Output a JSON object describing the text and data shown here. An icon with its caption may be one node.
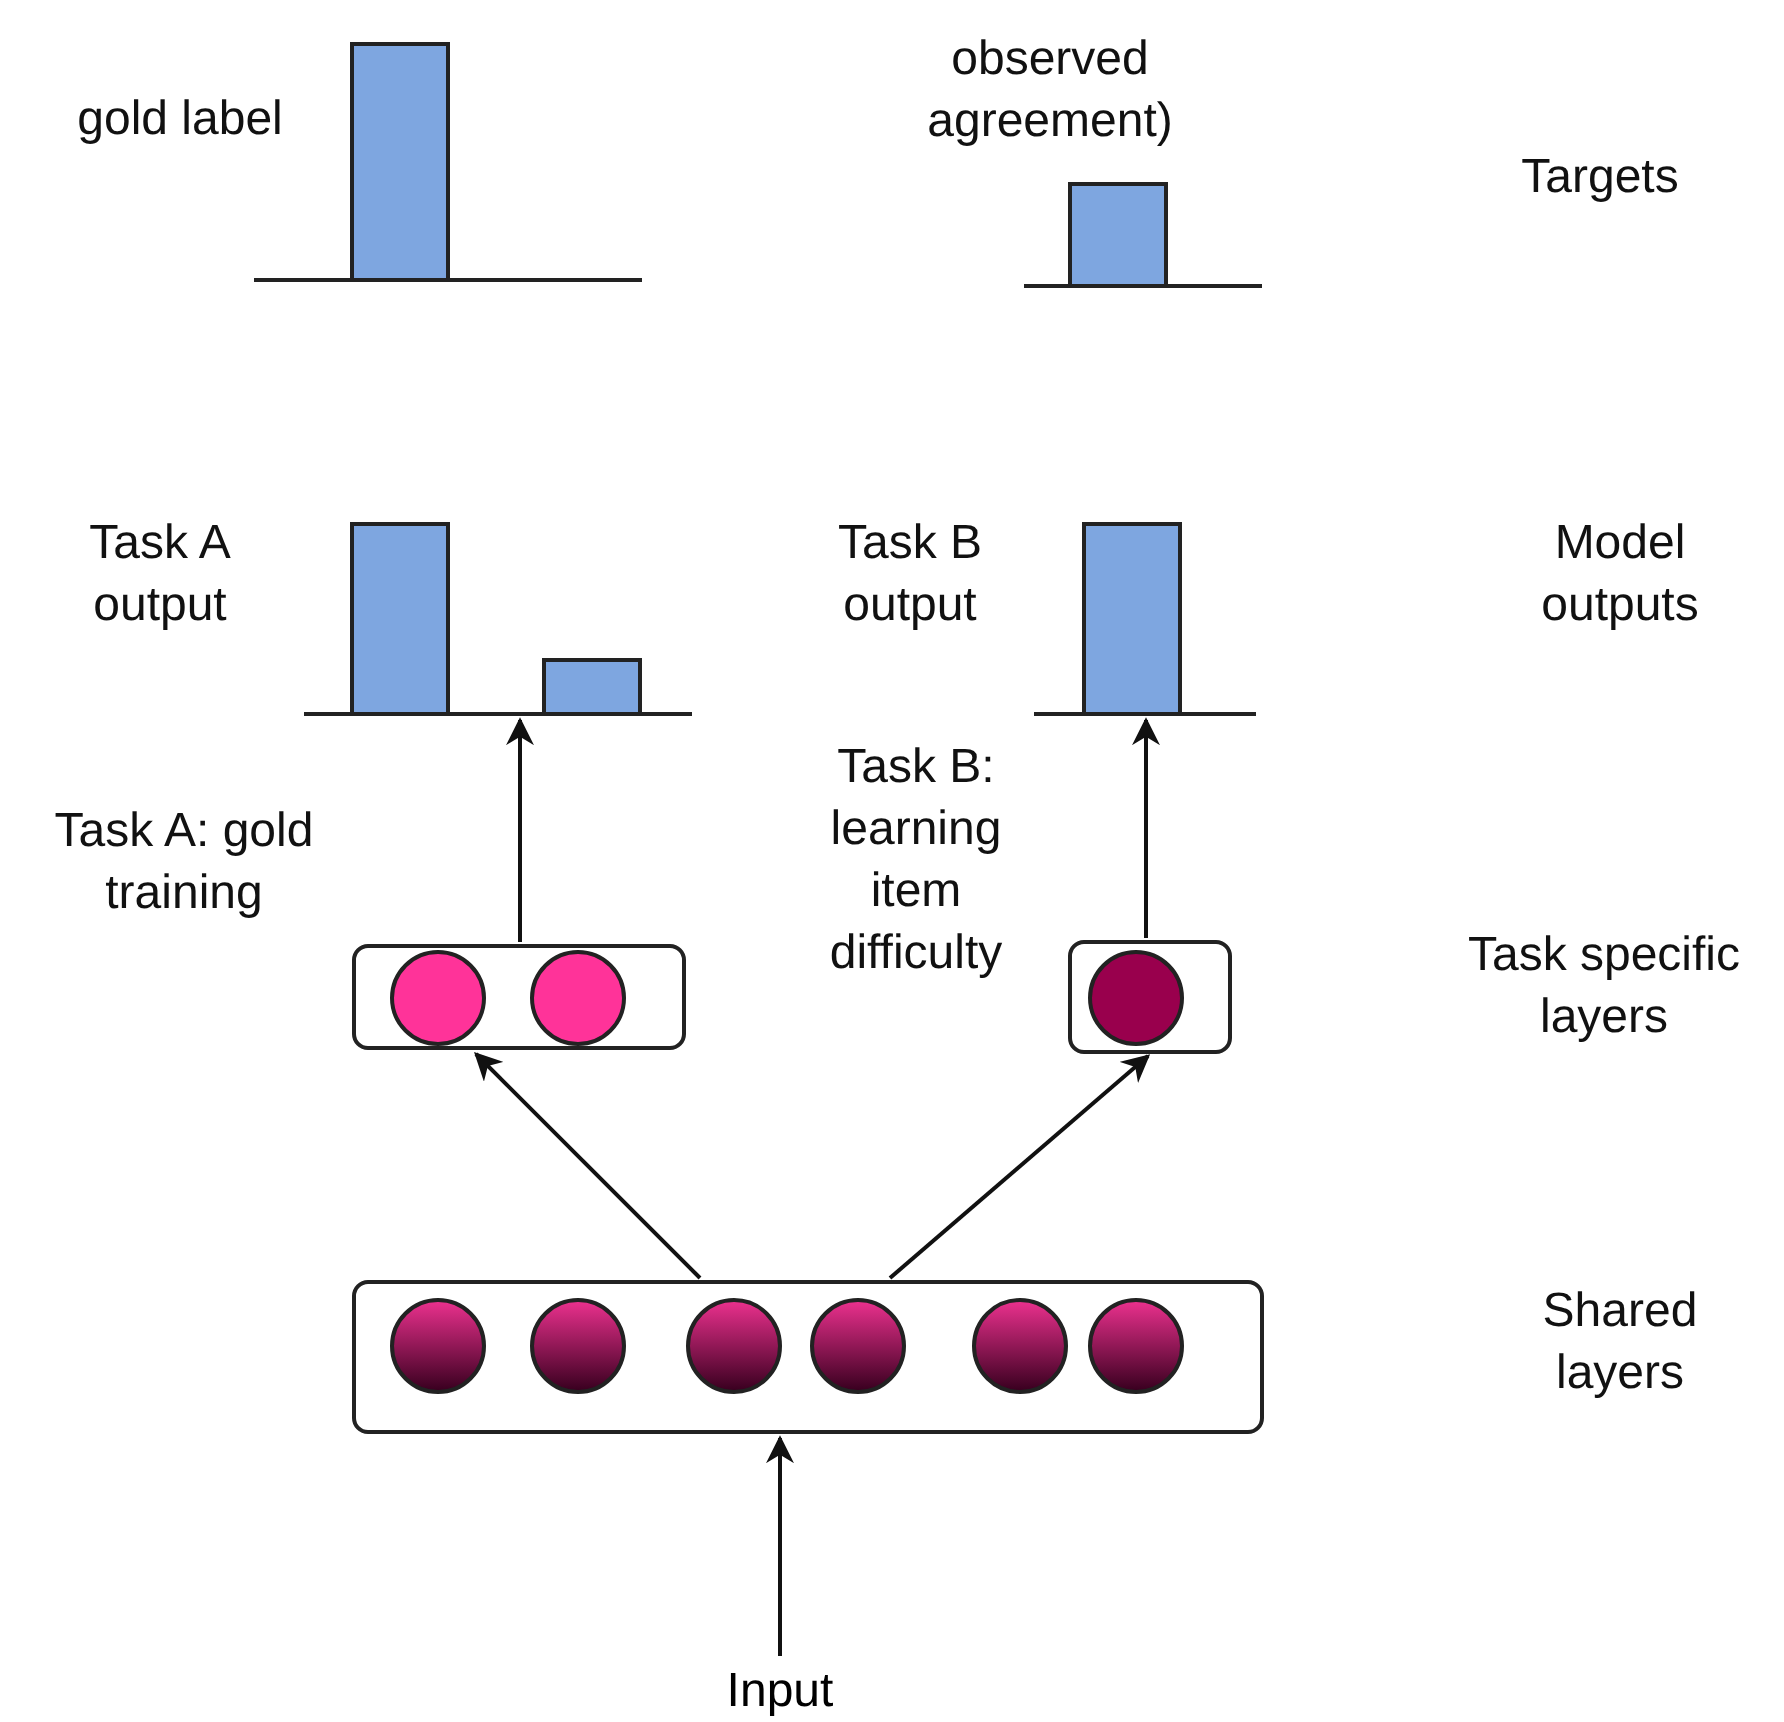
{
  "diagram": {
    "nodes": [
      {
        "text": [],
        "shape": "bar",
        "beside": [
          "gold label"
        ]
      },
      {
        "text": [],
        "shape": "bar",
        "beside": [
          "observed agreement)"
        ]
      },
      {
        "text": [],
        "shape": "bar",
        "beside": [
          "Task A output"
        ]
      },
      {
        "text": [],
        "shape": "bar",
        "beside": [
          "Task B output"
        ]
      },
      {
        "text": [],
        "shape": "box",
        "beside": [
          "Task A: gold training"
        ]
      },
      {
        "text": [],
        "shape": "box",
        "beside": [
          "Task B: learning item difficulty"
        ]
      },
      {
        "text": [],
        "shape": "box"
      },
      {
        "text": [
          "Input"
        ]
      }
    ],
    "edges": [
      {
        "from": 7,
        "to": 6,
        "arrow": "to"
      },
      {
        "from": 6,
        "to": 4,
        "arrow": "to"
      },
      {
        "from": 6,
        "to": 5,
        "arrow": "to"
      },
      {
        "from": 4,
        "to": 2,
        "arrow": "to"
      },
      {
        "from": 5,
        "to": 3,
        "arrow": "to"
      }
    ],
    "labels": [
      "Targets",
      "Model outputs",
      "Task specific layers",
      "Shared layers"
    ]
  }
}
